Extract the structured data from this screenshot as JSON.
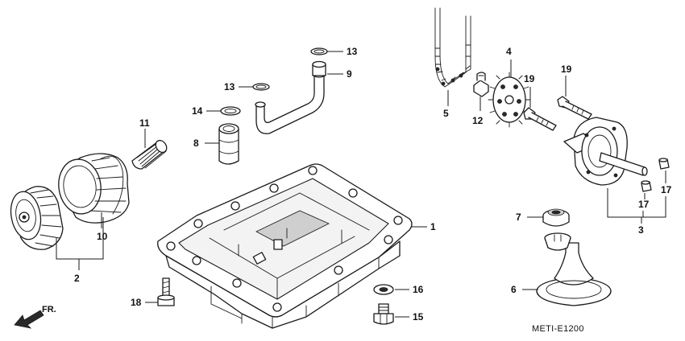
{
  "diagram": {
    "code": "METI-E1200",
    "direction_label": "FR.",
    "callouts": [
      "1",
      "2",
      "3",
      "4",
      "5",
      "6",
      "7",
      "8",
      "9",
      "10",
      "11",
      "12",
      "13",
      "13",
      "14",
      "15",
      "16",
      "17",
      "17",
      "18",
      "19",
      "19"
    ]
  }
}
